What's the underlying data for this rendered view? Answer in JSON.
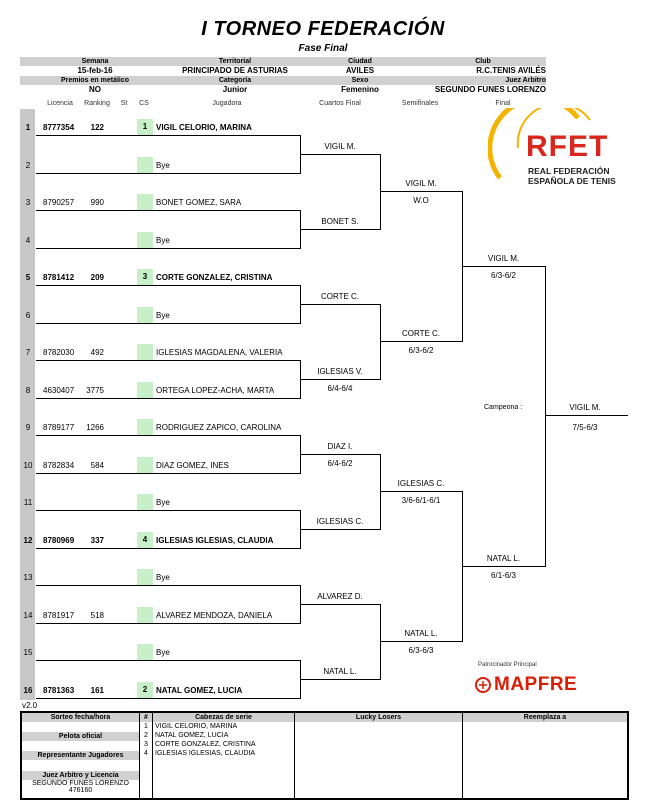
{
  "title": "I TORNEO FEDERACIÓN",
  "subtitle": "Fase Final",
  "header": {
    "semana_label": "Semana",
    "semana": "15-feb-16",
    "territorial_label": "Territorial",
    "territorial": "PRINCIPADO DE ASTURIAS",
    "ciudad_label": "Ciudad",
    "ciudad": "AVILES",
    "club_label": "Club",
    "club": "R.C.TENIS AVILÉS",
    "premios_label": "Premios en metálico",
    "premios": "NO",
    "categoria_label": "Categoría",
    "categoria": "Junior",
    "sexo_label": "Sexo",
    "sexo": "Femenino",
    "juez_label": "Juez Arbitro",
    "juez": "SEGUNDO FUNES LORENZO"
  },
  "columns": {
    "licencia": "Licencia",
    "ranking": "Ranking",
    "st": "St",
    "cs": "CS",
    "jugadora": "Jugadora",
    "cuartos": "Cuartos Final",
    "semis": "Semifinales",
    "final": "Final"
  },
  "players": [
    {
      "n": "1",
      "lic": "8777354",
      "rank": "122",
      "cs": "1",
      "name": "VIGIL CELORIO, MARINA",
      "bold": true
    },
    {
      "n": "2",
      "lic": "",
      "rank": "",
      "cs": "",
      "name": "Bye",
      "bold": false
    },
    {
      "n": "3",
      "lic": "8790257",
      "rank": "990",
      "cs": "",
      "name": "BONET GOMEZ, SARA",
      "bold": false
    },
    {
      "n": "4",
      "lic": "",
      "rank": "",
      "cs": "",
      "name": "Bye",
      "bold": false
    },
    {
      "n": "5",
      "lic": "8781412",
      "rank": "209",
      "cs": "3",
      "name": "CORTE GONZALEZ, CRISTINA",
      "bold": true
    },
    {
      "n": "6",
      "lic": "",
      "rank": "",
      "cs": "",
      "name": "Bye",
      "bold": false
    },
    {
      "n": "7",
      "lic": "8782030",
      "rank": "492",
      "cs": "",
      "name": "IGLESIAS MAGDALENA, VALERIA",
      "bold": false
    },
    {
      "n": "8",
      "lic": "4630407",
      "rank": "3775",
      "cs": "",
      "name": "ORTEGA LOPEZ-ACHA, MARTA",
      "bold": false
    },
    {
      "n": "9",
      "lic": "8789177",
      "rank": "1266",
      "cs": "",
      "name": "RODRIGUEZ ZAPICO, CAROLINA",
      "bold": false
    },
    {
      "n": "10",
      "lic": "8782834",
      "rank": "584",
      "cs": "",
      "name": "DIAZ GOMEZ, INES",
      "bold": false
    },
    {
      "n": "11",
      "lic": "",
      "rank": "",
      "cs": "",
      "name": "Bye",
      "bold": false
    },
    {
      "n": "12",
      "lic": "8780969",
      "rank": "337",
      "cs": "4",
      "name": "IGLESIAS IGLESIAS, CLAUDIA",
      "bold": true
    },
    {
      "n": "13",
      "lic": "",
      "rank": "",
      "cs": "",
      "name": "Bye",
      "bold": false
    },
    {
      "n": "14",
      "lic": "8781917",
      "rank": "518",
      "cs": "",
      "name": "ALVAREZ MENDOZA, DANIELA",
      "bold": false
    },
    {
      "n": "15",
      "lic": "",
      "rank": "",
      "cs": "",
      "name": "Bye",
      "bold": false
    },
    {
      "n": "16",
      "lic": "8781363",
      "rank": "161",
      "cs": "2",
      "name": "NATAL GOMEZ, LUCIA",
      "bold": true
    }
  ],
  "r2": [
    {
      "name": "VIGIL M.",
      "score": ""
    },
    {
      "name": "BONET S.",
      "score": ""
    },
    {
      "name": "CORTE C.",
      "score": ""
    },
    {
      "name": "IGLESIAS V.",
      "score": "6/4-6/4"
    },
    {
      "name": "DIAZ I.",
      "score": "6/4-6/2"
    },
    {
      "name": "IGLESIAS C.",
      "score": ""
    },
    {
      "name": "ALVAREZ D.",
      "score": ""
    },
    {
      "name": "NATAL L.",
      "score": ""
    }
  ],
  "qf": [
    {
      "name": "VIGIL M.",
      "score": "W.O"
    },
    {
      "name": "CORTE C.",
      "score": "6/3-6/2"
    },
    {
      "name": "IGLESIAS C.",
      "score": "3/6-6/1-6/1"
    },
    {
      "name": "NATAL L.",
      "score": "6/3-6/3"
    }
  ],
  "sf": [
    {
      "name": "VIGIL M.",
      "score": "6/3-6/2"
    },
    {
      "name": "NATAL L.",
      "score": "6/1-6/3"
    }
  ],
  "final": {
    "label": "Campeona :",
    "name": "VIGIL M.",
    "score": "7/5-6/3"
  },
  "logo": {
    "rfet": "RFET",
    "line1": "REAL FEDERACIÓN",
    "line2": "ESPAÑOLA DE TENIS",
    "sponsor_label": "Patrocinador Principal",
    "sponsor": "MAPFRE"
  },
  "version": "v2.0",
  "footer": {
    "sorteo": "Sorteo fecha/hora",
    "pelota": "Pelota oficial",
    "representante": "Representante Jugadores",
    "juez_licencia": "Juez Arbitro y Licencia",
    "juez_name": "SEGUNDO FUNES LORENZO",
    "juez_lic": "476160",
    "hash": "#",
    "cabezas_label": "Cabezas de serie",
    "cabezas": [
      {
        "n": "1",
        "name": "VIGIL CELORIO, MARINA"
      },
      {
        "n": "2",
        "name": "NATAL GOMEZ, LUCIA"
      },
      {
        "n": "3",
        "name": "CORTE GONZALEZ, CRISTINA"
      },
      {
        "n": "4",
        "name": "IGLESIAS IGLESIAS, CLAUDIA"
      }
    ],
    "lucky": "Lucky Losers",
    "reemplaza": "Reemplaza a"
  },
  "colors": {
    "seed": "#c8f0c8",
    "band": "#c8c8c8",
    "rfet_red": "#d9271e",
    "rfet_gold": "#f2b400",
    "mapfre_red": "#d81e05"
  }
}
